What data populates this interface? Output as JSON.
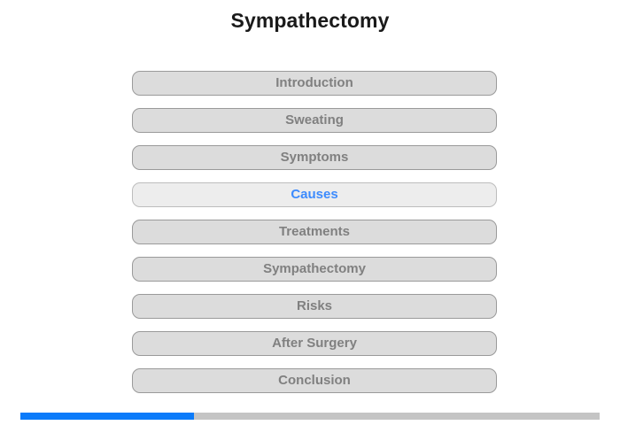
{
  "page": {
    "title": "Sympathectomy",
    "background_color": "#ffffff"
  },
  "nav": {
    "items": [
      {
        "label": "Introduction",
        "active": false
      },
      {
        "label": "Sweating",
        "active": false
      },
      {
        "label": "Symptoms",
        "active": false
      },
      {
        "label": "Causes",
        "active": true
      },
      {
        "label": "Treatments",
        "active": false
      },
      {
        "label": "Sympathectomy",
        "active": false
      },
      {
        "label": "Risks",
        "active": false
      },
      {
        "label": "After Surgery",
        "active": false
      },
      {
        "label": "Conclusion",
        "active": false
      }
    ],
    "colors": {
      "button_background": "#dcdcdc",
      "button_border": "#9a9a9a",
      "button_text": "#808080",
      "active_background": "#ededed",
      "active_border": "#bdbdbd",
      "active_text": "#3d8bfd"
    }
  },
  "progress": {
    "percent": 30,
    "fill_color": "#0b7bfa",
    "track_color": "#c4c4c4"
  }
}
